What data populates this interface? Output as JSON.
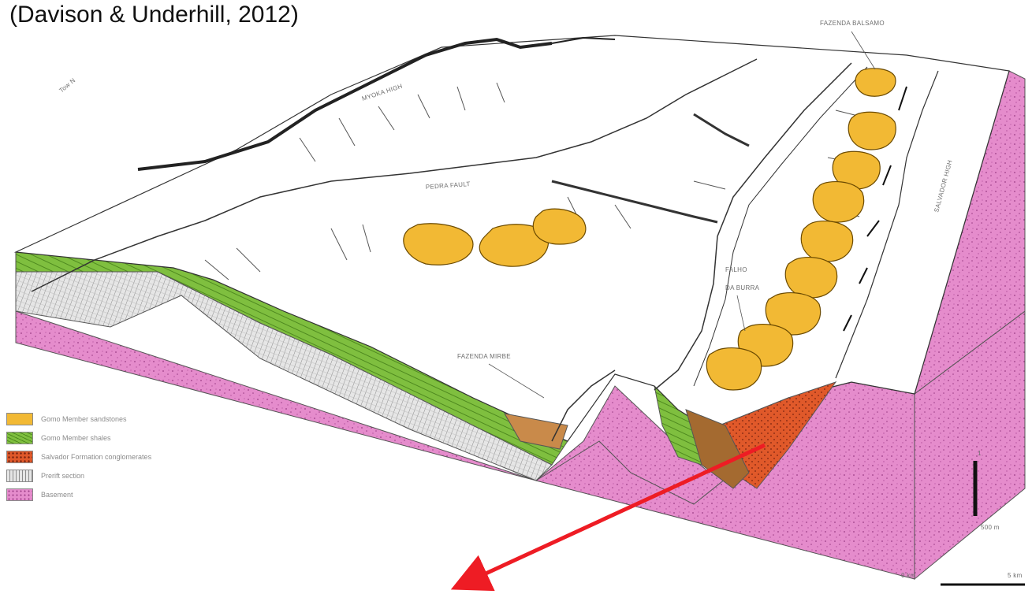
{
  "citation": "(Davison & Underhill, 2012)",
  "labels": {
    "north_arrow": "Tow N",
    "upper_high": "MYOKA HIGH",
    "fazenda_balsamo": "FAZENDA BALSAMO",
    "pedra_fault": "PEDRA FAULT",
    "right_high": "SALVADOR HIGH",
    "falha_burra": [
      "FALHO",
      "DA BURRA"
    ],
    "fazenda_mirabe": "FAZENDA MIRBE",
    "scale_vertical_top": "1",
    "scale_vertical_bottom": "500 m",
    "scale_horizontal_left": "0 km",
    "scale_horizontal_right": "5 km"
  },
  "legend": [
    {
      "label": "Gomo Member sandstones",
      "color": "#f2b934",
      "pattern": "sand"
    },
    {
      "label": "Gomo Member shales",
      "color": "#7fbf3f",
      "pattern": "shale"
    },
    {
      "label": "Salvador Formation conglomerates",
      "color": "#e0592a",
      "pattern": "conglo"
    },
    {
      "label": "Prerift section",
      "color": "#d9d9d9",
      "pattern": "prerift"
    },
    {
      "label": "Basement",
      "color": "#e08ac8",
      "pattern": "basement"
    }
  ],
  "colors": {
    "sand": "#f2b934",
    "shale": "#7fbf3f",
    "conglo": "#e0592a",
    "prerift": "#d0d0d0",
    "basement": "#e58ccc",
    "arrow": "#ee1c24"
  }
}
